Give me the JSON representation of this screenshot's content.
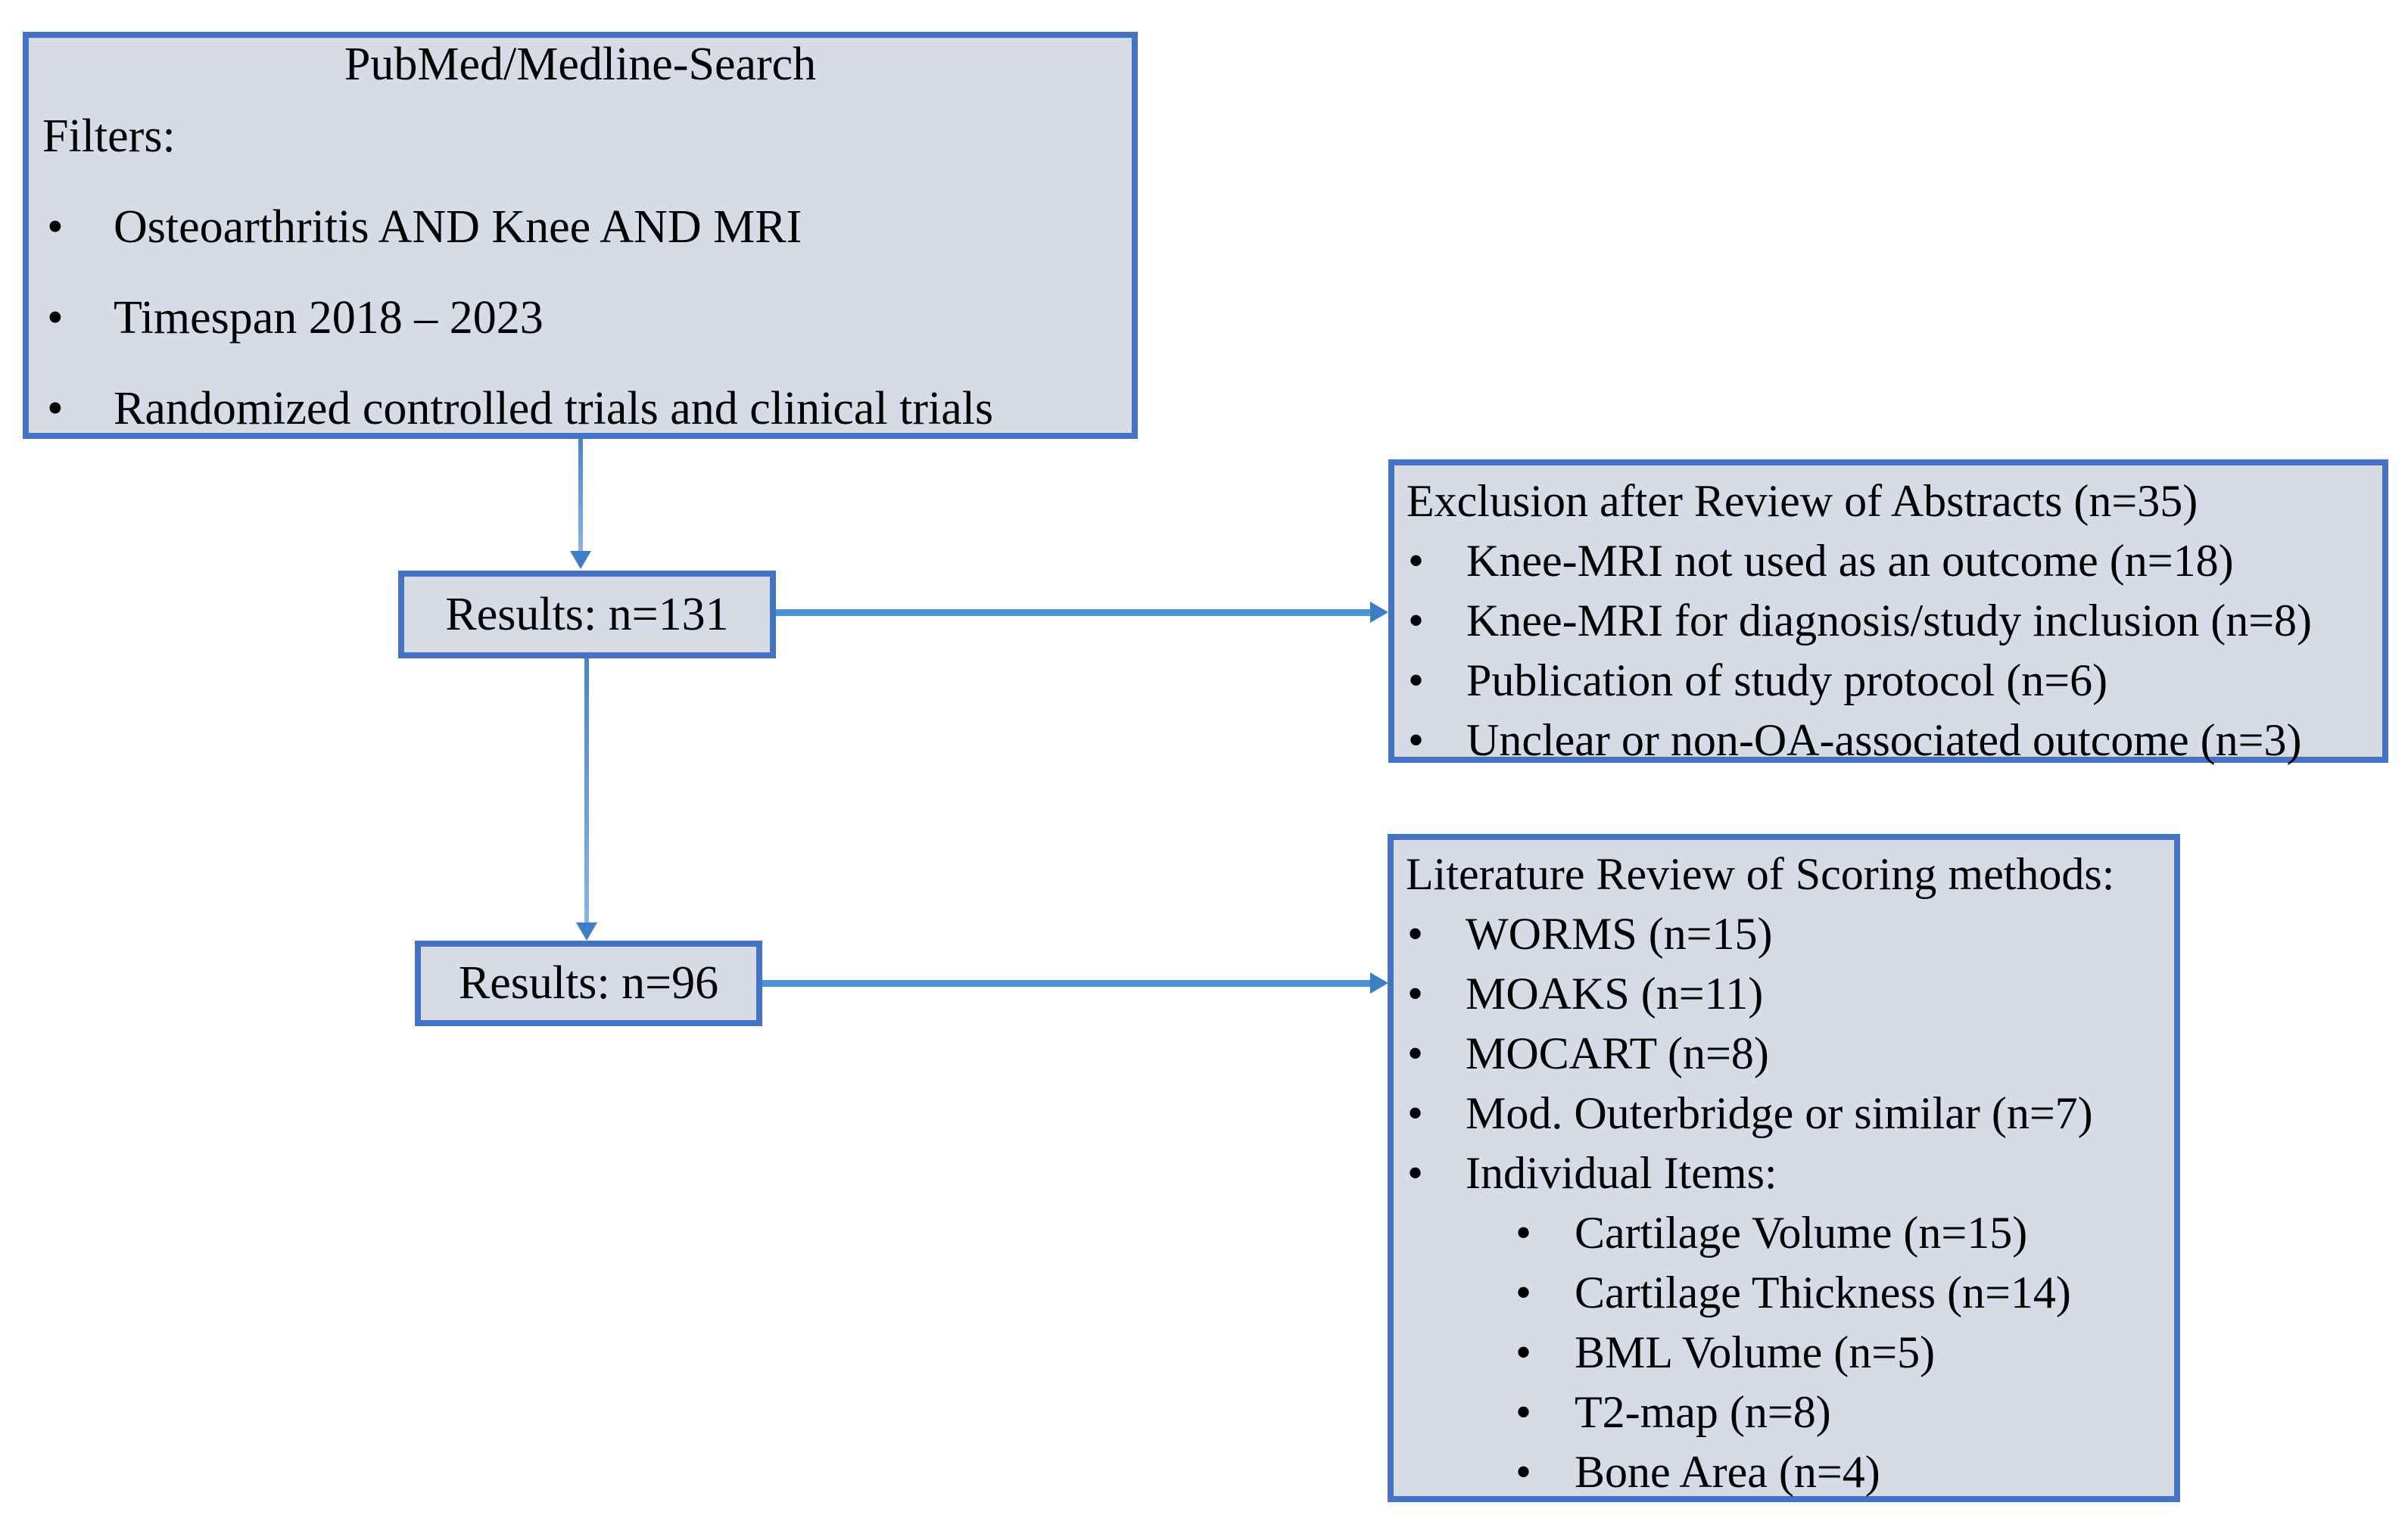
{
  "diagram": {
    "search_box": {
      "title": "PubMed/Medline-Search",
      "filters_label": "Filters:",
      "bullets": [
        "Osteoarthritis AND Knee AND MRI",
        "Timespan 2018 – 2023",
        "Randomized controlled trials and clinical trials"
      ]
    },
    "results_box_1": {
      "label": "Results: n=131"
    },
    "exclusion_box": {
      "title": "Exclusion after Review of Abstracts (n=35)",
      "bullets": [
        "Knee-MRI not used as an outcome (n=18)",
        "Knee-MRI for diagnosis/study inclusion (n=8)",
        "Publication of study protocol (n=6)",
        "Unclear or non-OA-associated outcome (n=3)"
      ]
    },
    "results_box_2": {
      "label": "Results: n=96"
    },
    "literature_box": {
      "title": "Literature Review of Scoring methods:",
      "bullets": [
        "WORMS (n=15)",
        "MOAKS (n=11)",
        "MOCART (n=8)",
        "Mod. Outerbridge or similar (n=7)",
        "Individual Items:"
      ],
      "sub_bullets": [
        "Cartilage Volume (n=15)",
        "Cartilage Thickness (n=14)",
        "BML Volume (n=5)",
        "T2-map (n=8)",
        "Bone Area (n=4)"
      ]
    }
  },
  "glyphs": {
    "bullet": "•"
  },
  "colors": {
    "background": "#ffffff",
    "box_fill": "#d7dbe5",
    "box_border": "#4472c4",
    "connector": "#4e92d6",
    "arrowhead": "#3d7ec7",
    "text": "#000000"
  }
}
